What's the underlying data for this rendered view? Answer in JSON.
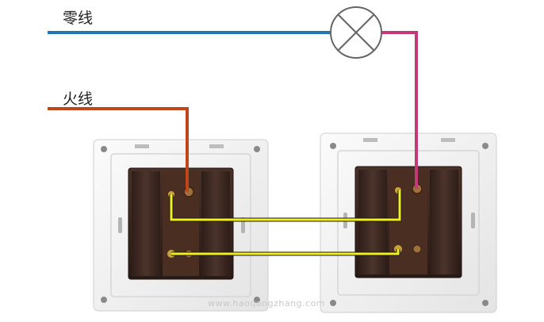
{
  "labels": {
    "neutral": "零线",
    "live": "火线"
  },
  "watermark": "www.haoqongzhang.com",
  "colors": {
    "neutral_wire": "#2277b0",
    "live_wire": "#c0461a",
    "lamp_wire": "#c23a78",
    "traveler_wire": "#f3ee1c",
    "switch_plate": "#f2f2f2",
    "switch_body": "#3a2620"
  },
  "components": {
    "lamp": "lamp-symbol",
    "switch_left": "two-way-switch",
    "switch_right": "two-way-switch"
  }
}
